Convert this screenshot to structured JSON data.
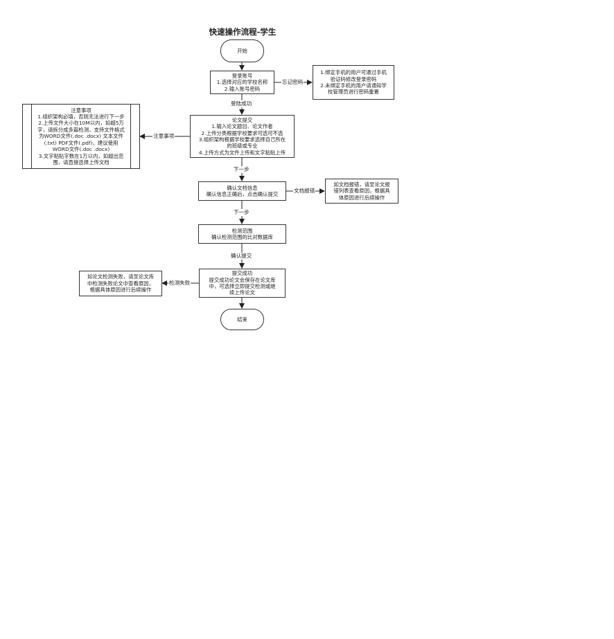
{
  "title": "快速操作流程-学生",
  "nodes": {
    "start": [
      "开始"
    ],
    "login": [
      "登录账号",
      "1.选择对应的学校名称",
      "2.输入账号密码"
    ],
    "forgot": [
      "1.绑定手机的用户可通过手机",
      "验证码修改登录密码",
      "2.未绑定手机的用户请通知学",
      "校管理员进行密码重置"
    ],
    "submit": [
      "论文提交",
      "1.输入论文题目、论文作者",
      "2.上传分类根据学校要求可选可不选",
      "3.组织架构根据学校要求选择自己所在",
      "的班级或专业",
      "4.上传方式为文件上传和文字粘贴上传"
    ],
    "notes": [
      "注意事项",
      "1.组织架构必填，否则无法进行下一步",
      "2.上传文件大小在10M以内，如超5万",
      "字，请拆分成多篇检测，支持文件格式",
      "为WORD文件(.doc .docx)   文本文件",
      "(.txt)   PDF文件(.pdf)，建议使用",
      "WORD文件(.doc .docx)",
      "3.文字粘贴字数在1万以内，如超出范",
      "围，请直接选择上传文档"
    ],
    "confirm": [
      "确认文档信息",
      "确认信息正确后，点击确认提交"
    ],
    "doc_error": [
      "如文档报错，请至论文报",
      "错列表查看原因，根据具",
      "体原因进行后续操作"
    ],
    "range": [
      "检测范围",
      "确认检测范围的比对数据库"
    ],
    "success": [
      "提交成功",
      "提交成功论文会保存在论文库",
      "中，可选择立即提交检测或继",
      "续上传论文"
    ],
    "fail": [
      "如论文检测失败，请至论文库",
      "中检测失败论文中查看原因，",
      "根据具体原因进行后续操作"
    ],
    "end": [
      "结束"
    ]
  },
  "edge_labels": {
    "forgot_password": "忘记密码",
    "login_success": "登陆成功",
    "notes": "注意事项",
    "next_step_1": "下一步",
    "doc_error": "文档报错",
    "next_step_2": "下一步",
    "confirm_submit": "确认提交",
    "detect_fail": "检测失败"
  }
}
